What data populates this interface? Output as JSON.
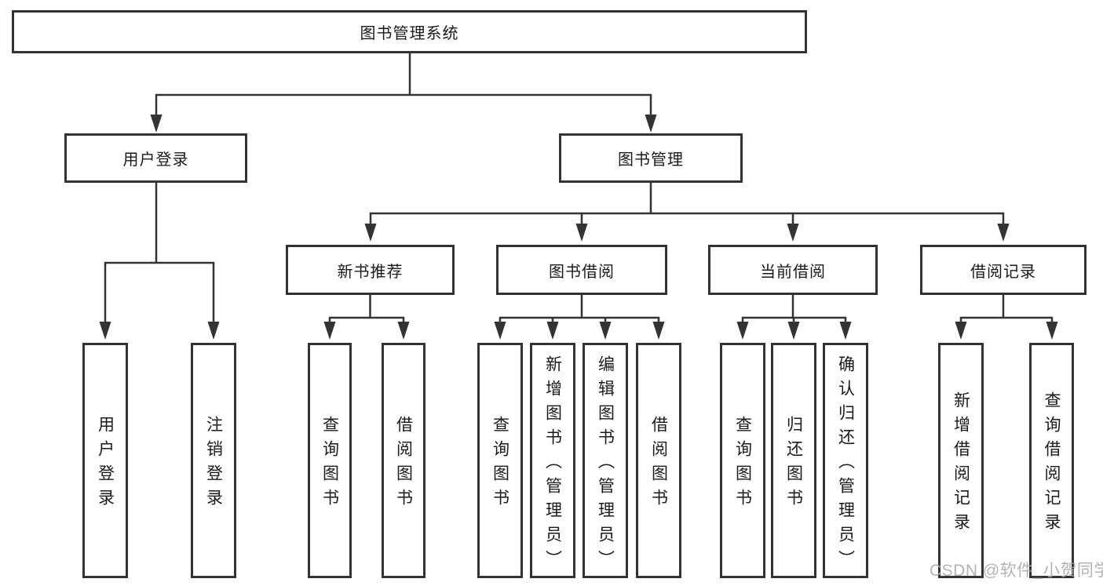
{
  "tree": {
    "root": "图书管理系统",
    "login": {
      "label": "用户登录",
      "children": [
        "用户登录",
        "注销登录"
      ]
    },
    "mgmt": {
      "label": "图书管理",
      "groups": [
        {
          "label": "新书推荐",
          "children": [
            "查询图书",
            "借阅图书"
          ]
        },
        {
          "label": "图书借阅",
          "children": [
            "查询图书",
            "新增图书（管理员）",
            "编辑图书（管理员）",
            "借阅图书"
          ]
        },
        {
          "label": "当前借阅",
          "children": [
            "查询图书",
            "归还图书",
            "确认归还（管理员）"
          ]
        },
        {
          "label": "借阅记录",
          "children": [
            "新增借阅记录",
            "查询借阅记录"
          ]
        }
      ]
    }
  },
  "watermark": {
    "text": "CSDN @软件_小贺同学"
  },
  "colors": {
    "line": "#333333",
    "box_border": "#333333",
    "text": "#1a1a1a",
    "watermark": "#ababab",
    "background": "#ffffff"
  }
}
